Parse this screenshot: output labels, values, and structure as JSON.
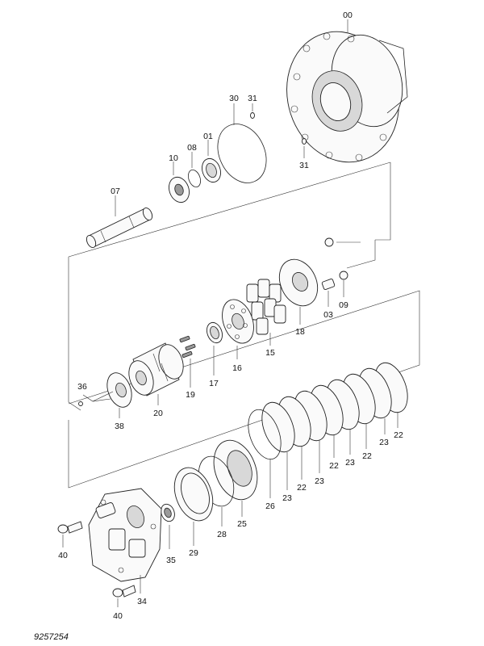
{
  "drawing_code": "9257254",
  "labels": {
    "l00": "00",
    "l31a": "31",
    "l30": "30",
    "l31b": "31",
    "l01": "01",
    "l08": "08",
    "l10": "10",
    "l07": "07",
    "l03": "03",
    "l09": "09",
    "l18": "18",
    "l15": "15",
    "l16": "16",
    "l17": "17",
    "l19": "19",
    "l20": "20",
    "l36": "36",
    "l38": "38",
    "l22a": "22",
    "l23a": "23",
    "l22b": "22",
    "l23b": "23",
    "l22c": "22",
    "l23c": "23",
    "l22d": "22",
    "l23d": "23",
    "l22e": "22",
    "l23e": "23",
    "l26": "26",
    "l25": "25",
    "l28": "28",
    "l29": "29",
    "l35": "35",
    "l34": "34",
    "l40a": "40",
    "l40b": "40"
  }
}
